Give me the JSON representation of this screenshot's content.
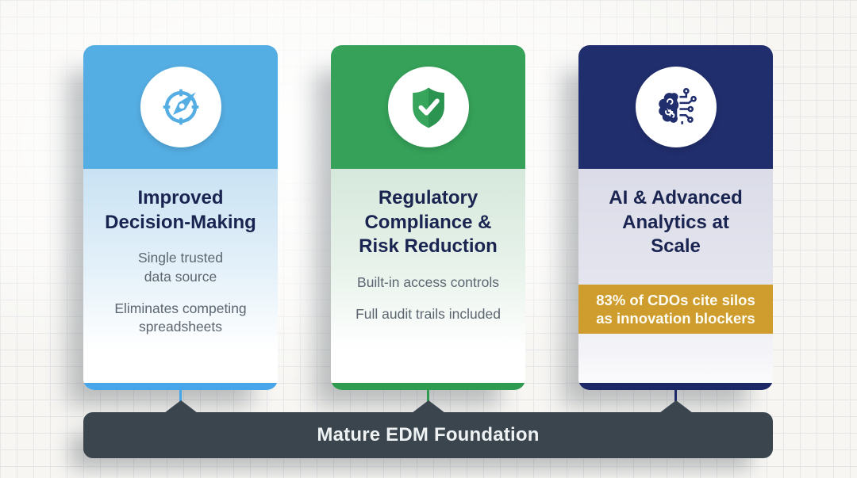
{
  "cards": [
    {
      "id": "improved-decision-making",
      "icon": "compass-icon",
      "title": "Improved\nDecision-Making",
      "points": [
        "Single trusted\ndata source",
        "Eliminates competing\nspreadsheets"
      ],
      "header_color": "#55AEE3",
      "accent_color": "#46A6E9"
    },
    {
      "id": "regulatory-compliance-risk-reduction",
      "icon": "shield-check-icon",
      "title": "Regulatory\nCompliance &\nRisk Reduction",
      "points": [
        "Built-in access controls",
        "Full audit trails included"
      ],
      "header_color": "#35A159",
      "accent_color": "#2E9B50"
    },
    {
      "id": "ai-advanced-analytics-at-scale",
      "icon": "brain-circuit-icon",
      "title": "AI & Advanced\nAnalytics at\nScale",
      "points": [],
      "stat_banner": {
        "text": "83% of CDOs cite silos\nas innovation blockers",
        "color": "#CE9D2E",
        "text_color": "#FDFCF3"
      },
      "header_color": "#212E6D",
      "accent_color": "#1D2966"
    }
  ],
  "footer": {
    "label": "Mature EDM Foundation",
    "color": "#3A454D"
  },
  "colors": {
    "title_text": "#1A2450",
    "body_text": "#5C6670",
    "background": "#F7F6F3",
    "grid_line": "#E5E6E8"
  }
}
